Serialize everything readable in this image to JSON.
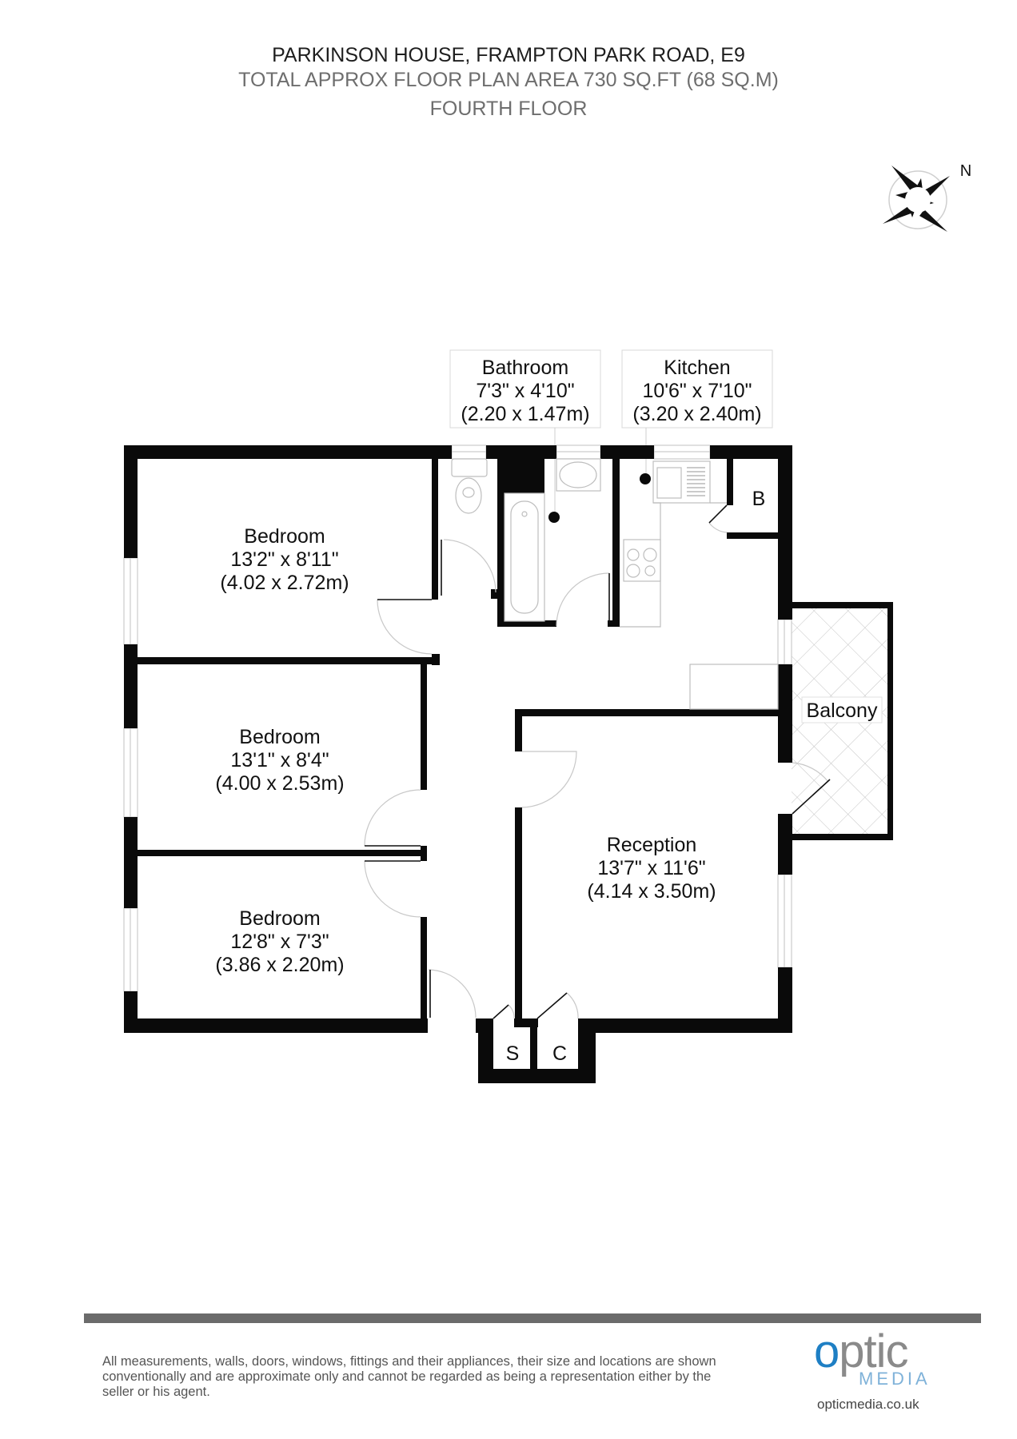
{
  "header": {
    "title": "PARKINSON HOUSE, FRAMPTON PARK ROAD, E9",
    "area": "TOTAL APPROX FLOOR PLAN AREA 730 SQ.FT (68 SQ.M)",
    "floor": "FOURTH FLOOR"
  },
  "compass": {
    "icon": "compass-icon",
    "north_label": "N"
  },
  "rooms": {
    "bathroom": {
      "name": "Bathroom",
      "imperial": "7'3\" x 4'10\"",
      "metric": "(2.20 x 1.47m)"
    },
    "kitchen": {
      "name": "Kitchen",
      "imperial": "10'6\" x 7'10\"",
      "metric": "(3.20 x 2.40m)"
    },
    "bedroom1": {
      "name": "Bedroom",
      "imperial": "13'2\" x 8'11\"",
      "metric": "(4.02 x 2.72m)"
    },
    "bedroom2": {
      "name": "Bedroom",
      "imperial": "13'1\" x 8'4\"",
      "metric": "(4.00 x 2.53m)"
    },
    "bedroom3": {
      "name": "Bedroom",
      "imperial": "12'8\" x 7'3\"",
      "metric": "(3.86 x 2.20m)"
    },
    "reception": {
      "name": "Reception",
      "imperial": "13'7\" x 11'6\"",
      "metric": "(4.14 x 3.50m)"
    },
    "balcony": {
      "name": "Balcony"
    },
    "boiler": {
      "name": "B"
    },
    "storage": {
      "name": "S"
    },
    "cupboard": {
      "name": "C"
    }
  },
  "footer": {
    "disclaimer": "All measurements, walls, doors, windows, fittings and their appliances, their size and locations are shown conventionally and are approximate only and cannot be regarded as being a representation either by the seller or his agent.",
    "logo": {
      "o": "o",
      "rest": "ptic",
      "sub": "MEDIA",
      "url": "opticmedia.co.uk"
    }
  },
  "colors": {
    "wall": "#0a0a0a",
    "fixture": "#c8c8c8",
    "footer_bar": "#6b6b6b",
    "logo_blue": "#1e7fc4",
    "logo_gray": "#8a8a8a"
  }
}
